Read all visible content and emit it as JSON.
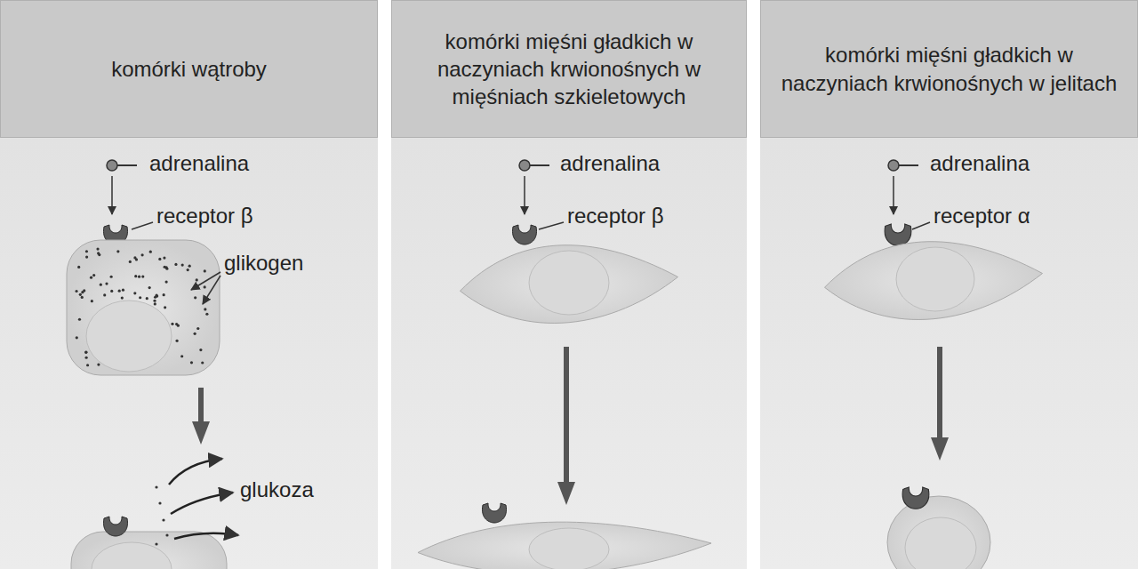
{
  "diagram": {
    "nodes": [
      {
        "text": [
          "komórki wątroby"
        ]
      },
      {
        "text": [
          "komórki mięśni gładkich w naczyniach krwionośnych w mięśniach szkieletowych"
        ]
      },
      {
        "text": [
          "komórki mięśni gładkich w naczyniach krwionośnych w jelitach"
        ]
      }
    ],
    "labels": [
      "adrenalina",
      "receptor β",
      "glikogen",
      "glukoza",
      "adrenalina",
      "receptor β",
      "adrenalina",
      "receptor α"
    ]
  }
}
